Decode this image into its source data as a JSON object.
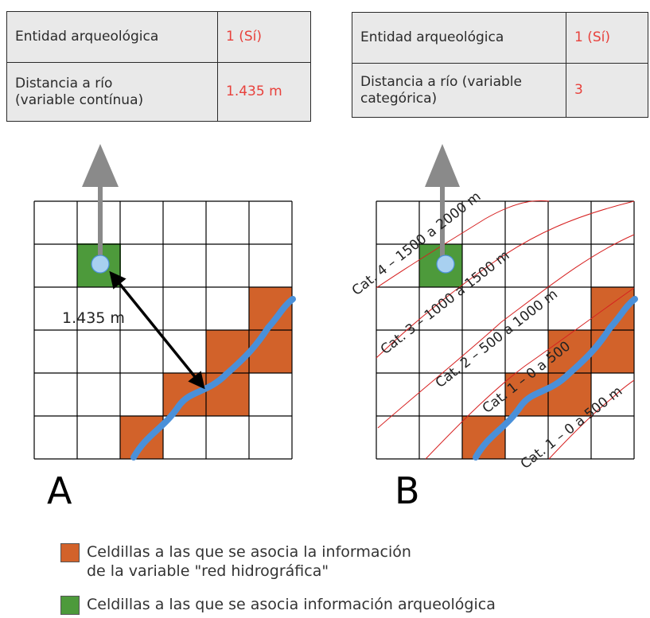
{
  "table_a": {
    "row1_label": "Entidad arqueológica",
    "row1_value": "1 (Sí)",
    "row2_label_line1": "Distancia a río",
    "row2_label_line2": "(variable contínua)",
    "row2_value": "1.435 m"
  },
  "table_b": {
    "row1_label": "Entidad arqueológica",
    "row1_value": "1 (Sí)",
    "row2_label_line1": "Distancia a río (variable",
    "row2_label_line2": "categórica)",
    "row2_value": "3"
  },
  "panel_a": {
    "label": "A",
    "distance_label": "1.435 m"
  },
  "panel_b": {
    "label": "B",
    "category_labels": [
      "Cat. 4 – 1500 a 2000 m",
      "Cat. 3 – 1000 a 1500 m",
      "Cat. 2 – 500 a 1000 m",
      "Cat. 1 – 0 a 500",
      "Cat. 1 – 0 a 500 m"
    ]
  },
  "legend": {
    "orange_line1": "Celdillas a las que se asocia la información",
    "orange_line2": "de la variable \"red hidrográfica\"",
    "green_line1": "Celdillas a las que se asocia información arqueológica"
  },
  "colors": {
    "river_cell": "#d2622a",
    "archaeo_cell": "#4d9a3b",
    "river": "#4a90d9",
    "site": "#a8d0f0",
    "contour": "#d62020",
    "arrow": "#8a8a8a",
    "table_value": "#e8413c"
  }
}
